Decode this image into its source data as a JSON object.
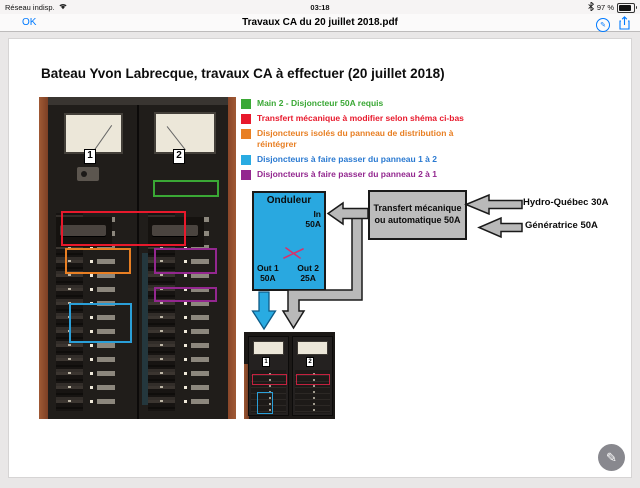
{
  "status_bar": {
    "carrier": "Réseau indisp.",
    "time": "03:18",
    "battery_percent": "97 %"
  },
  "toolbar": {
    "done_label": "OK",
    "title": "Travaux CA du 20 juillet 2018.pdf"
  },
  "icons": {
    "wifi": "wifi-icon",
    "bluetooth": "bluetooth-icon",
    "battery": "battery-icon",
    "markup": "markup-pen-icon",
    "share": "share-icon",
    "floating_markup": "markup-fab-icon"
  },
  "page": {
    "title": "Bateau Yvon Labrecque, travaux CA à effectuer (20 juillet 2018)",
    "legend": {
      "items": [
        {
          "color": "#3aa835",
          "text": "Main 2 - Disjoncteur 50A requis"
        },
        {
          "color": "#e8192c",
          "text": "Transfert mécanique à modifier selon shéma ci-bas"
        },
        {
          "color": "#e87f23",
          "text": "Disjoncteurs isolés du panneau de distribution à réintégrer"
        },
        {
          "color": "#29abe2",
          "text": "Disjoncteurs à faire passer du panneau 1 à 2"
        },
        {
          "color": "#93278f",
          "text": "Disjoncteurs à faire passer du panneau 2 à 1"
        }
      ]
    },
    "photo": {
      "panel1_label": "1",
      "panel2_label": "2"
    },
    "small_photo": {
      "panel1_label": "1",
      "panel2_label": "2"
    },
    "diagram": {
      "onduleur": {
        "title": "Onduleur",
        "in_label": "In",
        "in_amps": "50A",
        "out1_label": "Out 1",
        "out1_amps": "50A",
        "out2_label": "Out 2",
        "out2_amps": "25A"
      },
      "transfer_box": {
        "line1": "Transfert mécanique",
        "line2": "ou automatique 50A"
      },
      "inputs": [
        {
          "label": "Hydro-Québec  30A"
        },
        {
          "label": "Génératrice 50A"
        }
      ],
      "colors": {
        "onduleur_fill": "#29a8e0",
        "transfer_fill": "#bcbcbc",
        "blue_arrow": "#29abe2",
        "accent_blue": "#007aff"
      }
    }
  }
}
